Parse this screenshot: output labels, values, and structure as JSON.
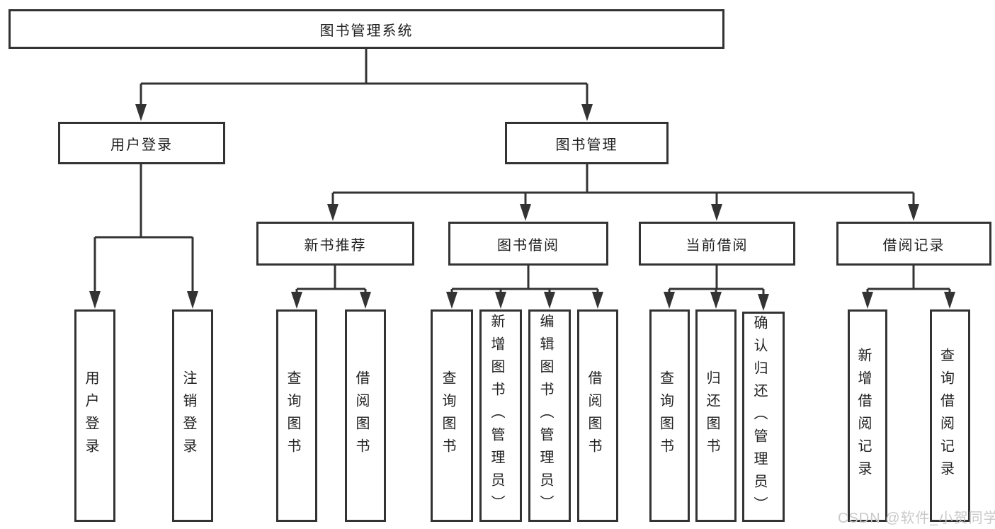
{
  "diagram_title": "图书管理系统",
  "nodes": {
    "root": "图书管理系统",
    "user_login": "用户登录",
    "book_mgmt": "图书管理",
    "user_login_leaf": "用户登录",
    "logout_leaf": "注销登录",
    "new_book_rec": "新书推荐",
    "book_borrow": "图书借阅",
    "current_borrow": "当前借阅",
    "borrow_record": "借阅记录",
    "nb_query": "查询图书",
    "nb_borrow": "借阅图书",
    "bb_query": "查询图书",
    "bb_add": "新增图书（管理员）",
    "bb_edit": "编辑图书（管理员）",
    "bb_borrow": "借阅图书",
    "cb_query": "查询图书",
    "cb_return": "归还图书",
    "cb_confirm": "确认归还（管理员）",
    "br_add": "新增借阅记录",
    "br_query": "查询借阅记录"
  },
  "watermark": {
    "text": "CSDN @软件_小贺同学"
  },
  "colors": {
    "line": "#333333",
    "box_border": "#333333",
    "box_background": "#ffffff",
    "text": "#212121",
    "page_background": "#ffffff",
    "watermark": "#c9c9c9"
  }
}
